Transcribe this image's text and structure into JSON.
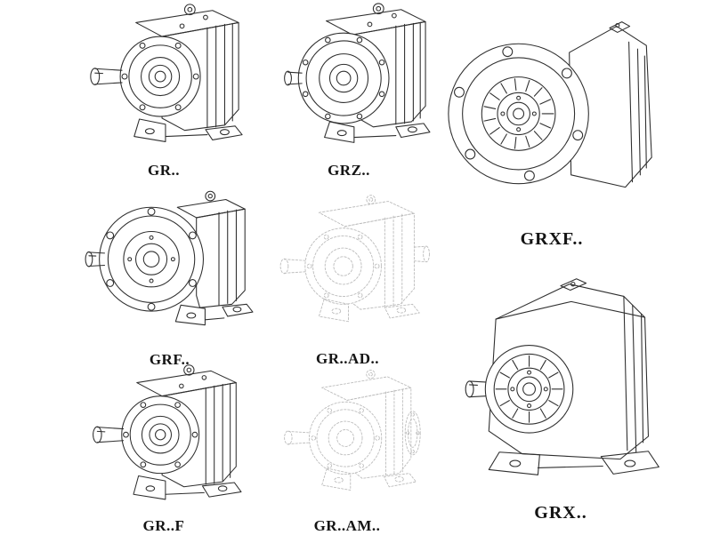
{
  "page": {
    "background": "#ffffff",
    "line_color": "#2f2f2f",
    "ghost_line_color": "#bdbdbd"
  },
  "figures": [
    {
      "id": "gr",
      "label": "GR..",
      "style": "solid"
    },
    {
      "id": "grz",
      "label": "GRZ..",
      "style": "solid"
    },
    {
      "id": "grxf",
      "label": "GRXF..",
      "style": "solid"
    },
    {
      "id": "grf",
      "label": "GRF..",
      "style": "solid"
    },
    {
      "id": "grad",
      "label": "GR..AD..",
      "style": "ghost"
    },
    {
      "id": "grx",
      "label": "GRX..",
      "style": "solid"
    },
    {
      "id": "grff",
      "label": "GR..F",
      "style": "solid"
    },
    {
      "id": "gram",
      "label": "GR..AM..",
      "style": "ghost"
    }
  ]
}
